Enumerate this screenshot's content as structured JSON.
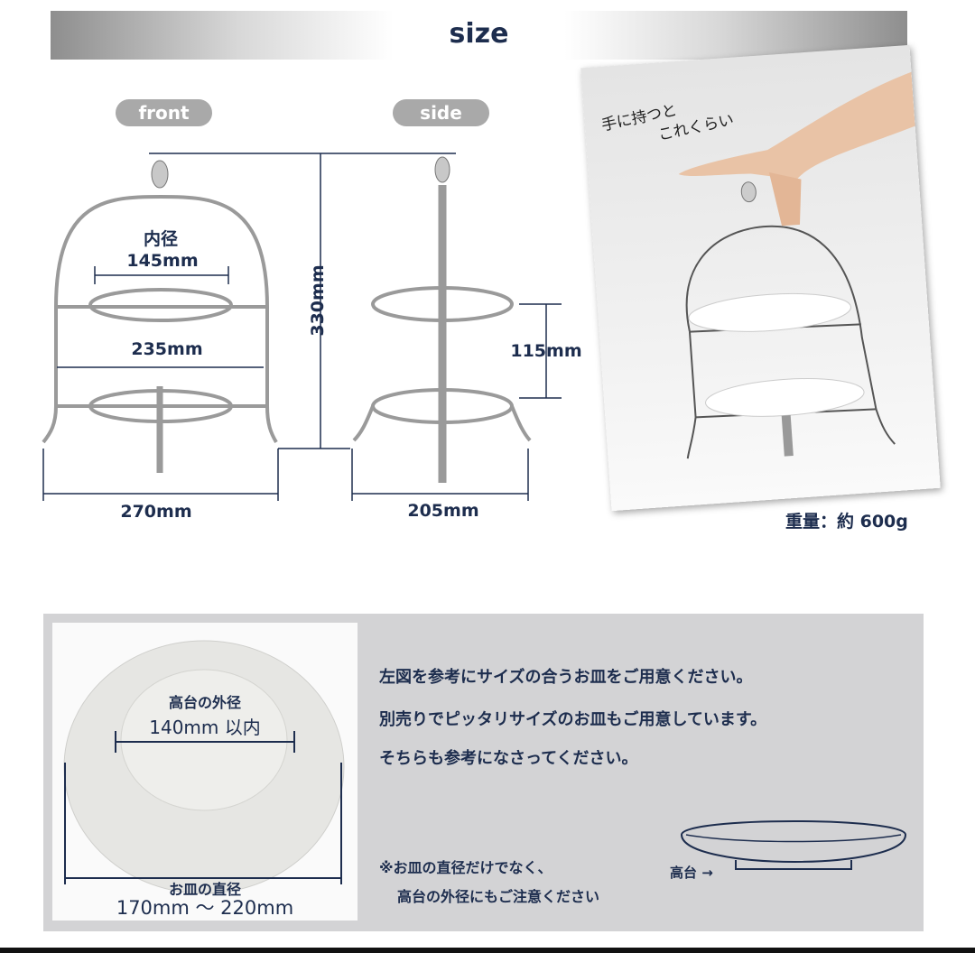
{
  "header": {
    "title": "size"
  },
  "views": {
    "front_label": "front",
    "side_label": "side"
  },
  "front": {
    "inner_label": "内径",
    "inner_diameter": "145mm",
    "width_rings": "235mm",
    "base_width": "270mm"
  },
  "height": "330mm",
  "side": {
    "tier_spacing": "115mm",
    "depth": "205mm"
  },
  "photo": {
    "caption_line1": "手に持つと",
    "caption_line2": "これくらい",
    "weight": "重量：約 600g"
  },
  "plate": {
    "foot_label": "高台の外径",
    "foot_size": "140mm 以内",
    "diameter_label": "お皿の直径",
    "diameter_range": "170mm 〜 220mm"
  },
  "info": {
    "lines": [
      "左図を参考にサイズの合うお皿をご用意ください。",
      "別売りでピッタリサイズのお皿もご用意しています。",
      "そちらも参考になさってください。"
    ],
    "note_line1": "※お皿の直径だけでなく、",
    "note_line2": "高台の外径にもご注意ください",
    "foot_arrow_label": "高台 →"
  },
  "colors": {
    "text": "#1d2d4e",
    "pill": "#a9a9a9",
    "panel": "#d3d3d5"
  }
}
